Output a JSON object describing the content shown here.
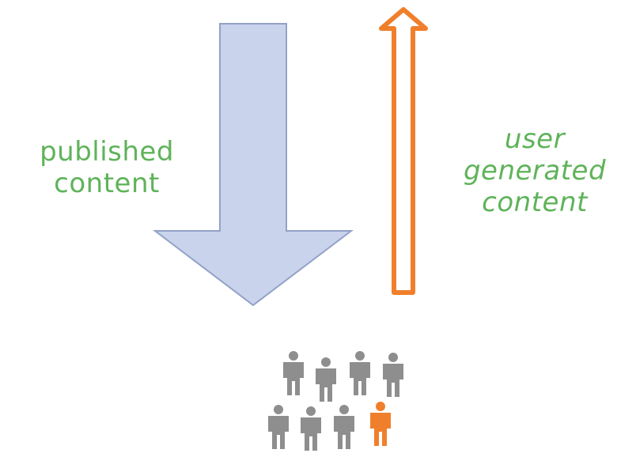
{
  "labels": {
    "published": [
      "published",
      "content"
    ],
    "user_generated": [
      "user",
      "generated",
      "content"
    ]
  },
  "colors": {
    "label_text": "#5fb35a",
    "down_arrow_fill": "#c9d3ec",
    "down_arrow_stroke": "#93a1c7",
    "up_arrow_stroke": "#f07f2c",
    "up_arrow_fill": "#ffffff",
    "person_gray": "#8e8e8e",
    "person_highlight": "#f07f2c"
  },
  "icons": {
    "down_arrow": "down-arrow-icon",
    "up_arrow": "up-arrow-icon",
    "person": "person-icon"
  },
  "people": {
    "count": 8,
    "highlighted_index": 7
  }
}
